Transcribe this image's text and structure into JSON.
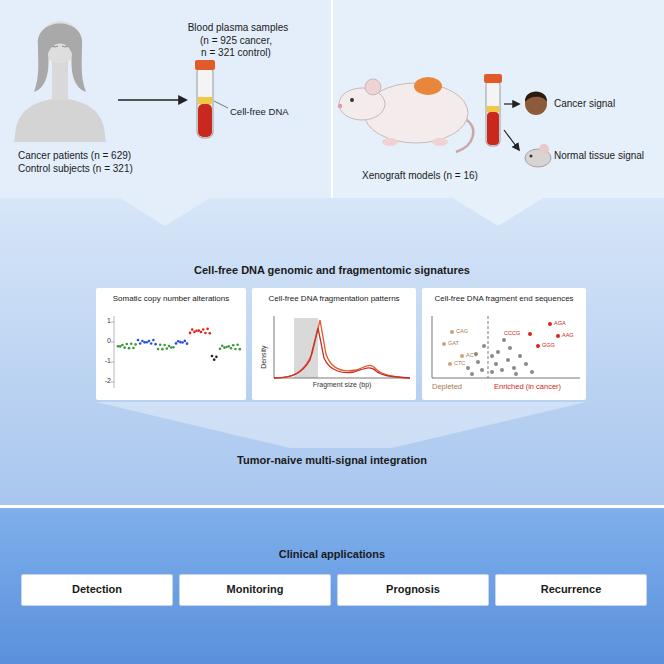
{
  "diagram": {
    "nodes": [
      {
        "text": [
          "Cell-free DNA genomic and fragmentomic signatures",
          "Tumor-naive multi-signal integration"
        ]
      },
      {
        "text": [
          "Somatic copy number alterations"
        ],
        "in": 0
      },
      {
        "text": [
          "Cell-free DNA fragmentation patterns"
        ],
        "in": 0
      },
      {
        "text": [
          "Cell-free DNA fragment end sequences"
        ],
        "in": 0
      },
      {
        "text": [
          "Clinical applications"
        ]
      },
      {
        "text": [
          "Detection"
        ],
        "in": 4
      },
      {
        "text": [
          "Monitoring"
        ],
        "in": 4
      },
      {
        "text": [
          "Prognosis"
        ],
        "in": 4
      },
      {
        "text": [
          "Recurrence"
        ],
        "in": 4
      }
    ],
    "labels": [
      "Blood plasma samples",
      "(n = 925 cancer, n = 321 control)",
      "Cell-free DNA",
      "Cancer patients (n = 629)",
      "Control subjects (n = 321)",
      "Xenograft models (n = 16)",
      "Cancer signal",
      "Normal tissue signal",
      "1",
      "0",
      "-1",
      "-2",
      "Density",
      "Fragment size (bp)",
      "Depleted",
      "Enriched (in cancer)",
      "AGA",
      "CCCG",
      "AAG",
      "GGG",
      "CAG",
      "GAT",
      "ACT",
      "CTC"
    ]
  }
}
